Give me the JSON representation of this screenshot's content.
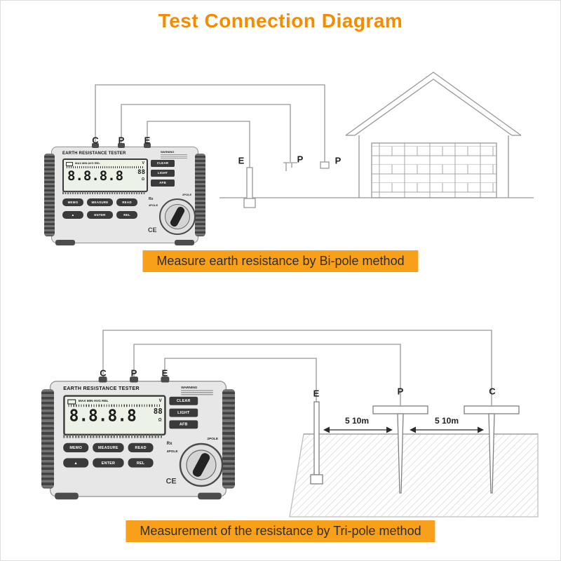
{
  "colors": {
    "accent_orange": "#F9A01B",
    "title_orange": "#F28C00",
    "caption_text": "#2E2E2E",
    "line_gray": "#989898"
  },
  "header": {
    "title": "Test Connection Diagram"
  },
  "device": {
    "brand_label": "EARTH RESISTANCE TESTER",
    "warning_label": "WARNING",
    "display": {
      "flags": "MAX MIN AVG REL",
      "main_value": "8.8.8.8",
      "secondary_value": "88",
      "unit_volt": "V",
      "unit_ohm": "Ω"
    },
    "buttons": {
      "clear": "CLEAR",
      "light": "LIGHT",
      "afb": "AFB",
      "memo": "MEMO",
      "measure": "MEASURE",
      "read": "READ",
      "up": "▲",
      "enter": "ENTER",
      "rel": "REL"
    },
    "dial": {
      "rx": "Rx",
      "pole2": "2POLE",
      "pole4": "4POLE"
    },
    "ce_mark": "CE"
  },
  "diagram_top": {
    "terminals": [
      "C",
      "P",
      "E"
    ],
    "earth_stake_label": "E",
    "probe_label": "P",
    "house_terminal_label": "P",
    "caption": "Measure earth resistance by Bi-pole method"
  },
  "diagram_bottom": {
    "terminals": [
      "C",
      "P",
      "E"
    ],
    "stake_labels": [
      "E",
      "P",
      "C"
    ],
    "distance_left": "5 10m",
    "distance_right": "5 10m",
    "caption": "Measurement of the resistance by Tri-pole method"
  }
}
